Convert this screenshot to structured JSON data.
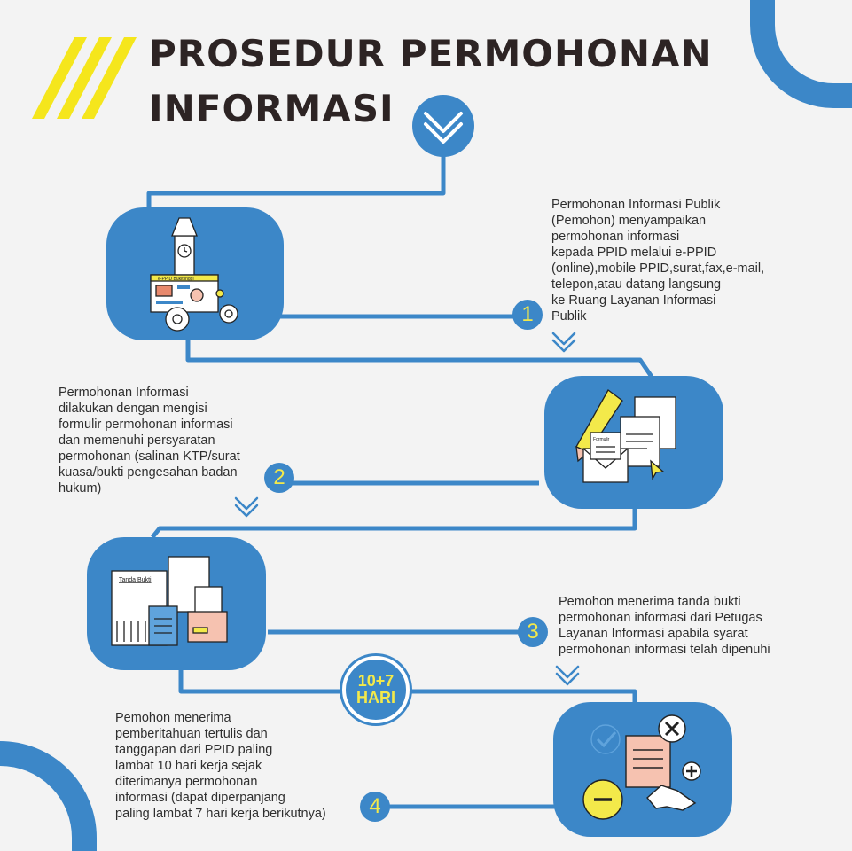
{
  "title": {
    "line1": "PROSEDUR PERMOHONAN",
    "line2": "INFORMASI"
  },
  "colors": {
    "accent_blue": "#3c87c8",
    "accent_yellow": "#f3e94a",
    "background": "#f3f3f3",
    "title_text": "#2d2424"
  },
  "steps": [
    {
      "number": "1",
      "icon": "clock-tower-website-icon",
      "icon_text": "e-PPID Bukittinggi",
      "text": "Permohonan Informasi Publik\n(Pemohon) menyampaikan\npermohonan informasi\nkepada PPID melalui e-PPID\n(online),mobile PPID,surat,fax,e-mail,\ntelepon,atau datang langsung\nke Ruang Layanan Informasi\nPublik"
    },
    {
      "number": "2",
      "icon": "form-pencil-envelope-icon",
      "icon_text": "Formulir",
      "text": "Permohonan Informasi\ndilakukan dengan mengisi\nformulir permohonan informasi\ndan memenuhi persyaratan\npermohonan (salinan KTP/surat\nkuasa/bukti pengesahan badan\nhukum)"
    },
    {
      "number": "3",
      "icon": "receipt-documents-icon",
      "icon_text": "Tanda Bukti",
      "text": "Pemohon menerima tanda bukti\npermohonan informasi dari Petugas\nLayanan Informasi apabila syarat\npermohonan informasi telah dipenuhi"
    },
    {
      "number": "4",
      "icon": "handshake-approval-icon",
      "text": "Pemohon menerima\npemberitahuan tertulis dan\ntanggapan dari PPID paling\nlambat 10 hari kerja sejak\nditerimanya permohonan\ninformasi (dapat diperpanjang\npaling lambat 7 hari kerja berikutnya)"
    }
  ],
  "duration_badge": {
    "line1": "10+7",
    "line2": "HARI"
  }
}
